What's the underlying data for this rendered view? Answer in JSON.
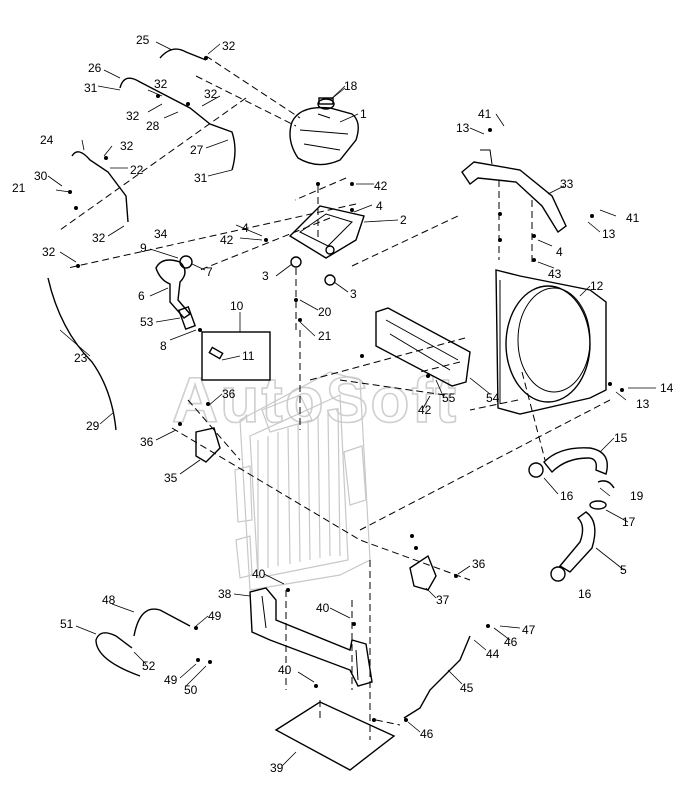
{
  "watermark": "AutoSoft",
  "callouts": [
    {
      "id": "c1",
      "label": "1"
    },
    {
      "id": "c2",
      "label": "2"
    },
    {
      "id": "c3a",
      "label": "3"
    },
    {
      "id": "c3b",
      "label": "3"
    },
    {
      "id": "c4a",
      "label": "4"
    },
    {
      "id": "c4b",
      "label": "4"
    },
    {
      "id": "c4c",
      "label": "4"
    },
    {
      "id": "c5",
      "label": "5"
    },
    {
      "id": "c6",
      "label": "6"
    },
    {
      "id": "c7",
      "label": "7"
    },
    {
      "id": "c8",
      "label": "8"
    },
    {
      "id": "c9",
      "label": "9"
    },
    {
      "id": "c10",
      "label": "10"
    },
    {
      "id": "c11",
      "label": "11"
    },
    {
      "id": "c12",
      "label": "12"
    },
    {
      "id": "c13a",
      "label": "13"
    },
    {
      "id": "c13b",
      "label": "13"
    },
    {
      "id": "c13c",
      "label": "13"
    },
    {
      "id": "c14",
      "label": "14"
    },
    {
      "id": "c15",
      "label": "15"
    },
    {
      "id": "c16a",
      "label": "16"
    },
    {
      "id": "c16b",
      "label": "16"
    },
    {
      "id": "c17",
      "label": "17"
    },
    {
      "id": "c18",
      "label": "18"
    },
    {
      "id": "c19",
      "label": "19"
    },
    {
      "id": "c20",
      "label": "20"
    },
    {
      "id": "c21a",
      "label": "21"
    },
    {
      "id": "c21b",
      "label": "21"
    },
    {
      "id": "c22",
      "label": "22"
    },
    {
      "id": "c23",
      "label": "23"
    },
    {
      "id": "c24",
      "label": "24"
    },
    {
      "id": "c25",
      "label": "25"
    },
    {
      "id": "c26",
      "label": "26"
    },
    {
      "id": "c27",
      "label": "27"
    },
    {
      "id": "c28",
      "label": "28"
    },
    {
      "id": "c29",
      "label": "29"
    },
    {
      "id": "c30",
      "label": "30"
    },
    {
      "id": "c31a",
      "label": "31"
    },
    {
      "id": "c31b",
      "label": "31"
    },
    {
      "id": "c32a",
      "label": "32"
    },
    {
      "id": "c32b",
      "label": "32"
    },
    {
      "id": "c32c",
      "label": "32"
    },
    {
      "id": "c32d",
      "label": "32"
    },
    {
      "id": "c32e",
      "label": "32"
    },
    {
      "id": "c32f",
      "label": "32"
    },
    {
      "id": "c32g",
      "label": "32"
    },
    {
      "id": "c33",
      "label": "33"
    },
    {
      "id": "c34",
      "label": "34"
    },
    {
      "id": "c35",
      "label": "35"
    },
    {
      "id": "c36a",
      "label": "36"
    },
    {
      "id": "c36b",
      "label": "36"
    },
    {
      "id": "c36c",
      "label": "36"
    },
    {
      "id": "c37",
      "label": "37"
    },
    {
      "id": "c38",
      "label": "38"
    },
    {
      "id": "c39",
      "label": "39"
    },
    {
      "id": "c40a",
      "label": "40"
    },
    {
      "id": "c40b",
      "label": "40"
    },
    {
      "id": "c40c",
      "label": "40"
    },
    {
      "id": "c41a",
      "label": "41"
    },
    {
      "id": "c41b",
      "label": "41"
    },
    {
      "id": "c42a",
      "label": "42"
    },
    {
      "id": "c42b",
      "label": "42"
    },
    {
      "id": "c42c",
      "label": "42"
    },
    {
      "id": "c43",
      "label": "43"
    },
    {
      "id": "c44",
      "label": "44"
    },
    {
      "id": "c45",
      "label": "45"
    },
    {
      "id": "c46a",
      "label": "46"
    },
    {
      "id": "c46b",
      "label": "46"
    },
    {
      "id": "c47",
      "label": "47"
    },
    {
      "id": "c48",
      "label": "48"
    },
    {
      "id": "c49a",
      "label": "49"
    },
    {
      "id": "c49b",
      "label": "49"
    },
    {
      "id": "c50",
      "label": "50"
    },
    {
      "id": "c51",
      "label": "51"
    },
    {
      "id": "c52",
      "label": "52"
    },
    {
      "id": "c53",
      "label": "53"
    },
    {
      "id": "c54",
      "label": "54"
    },
    {
      "id": "c55",
      "label": "55"
    }
  ]
}
